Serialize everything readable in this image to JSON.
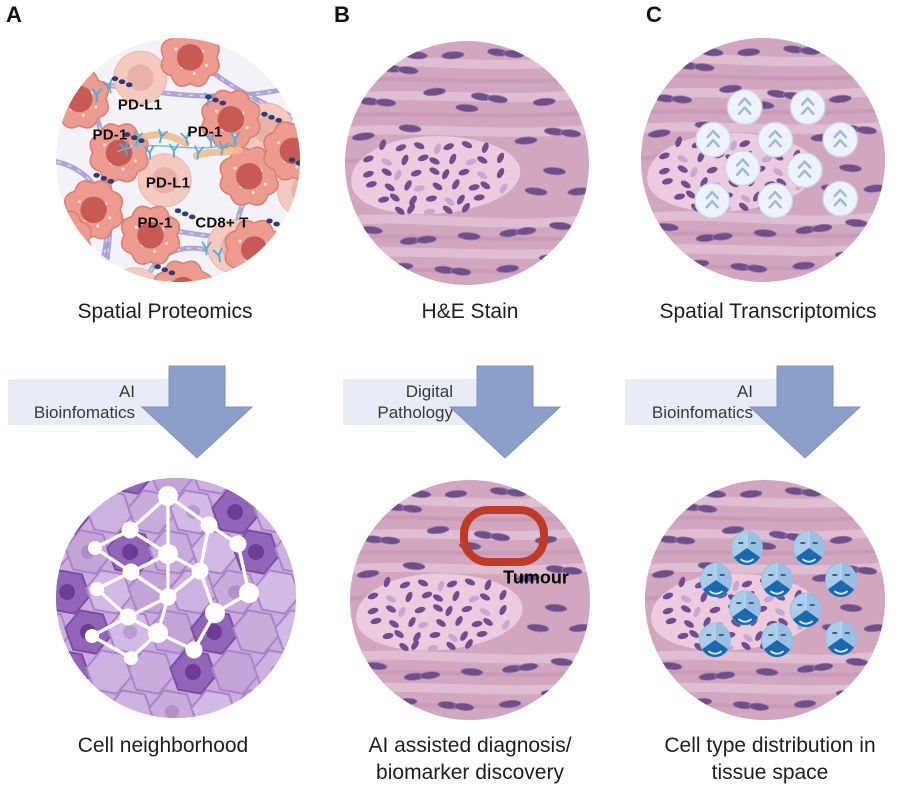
{
  "panel_a": {
    "letter": "A",
    "top_caption": "Spatial Proteomics",
    "process_label": [
      "AI",
      "Bioinfomatics"
    ],
    "bottom_caption": [
      "Cell neighborhood"
    ],
    "markers": [
      "PD-L1",
      "PD-1",
      "PD-1",
      "PD-L1",
      "PD-1",
      "CD8+ T"
    ]
  },
  "panel_b": {
    "letter": "B",
    "top_caption": "H&E Stain",
    "process_label": [
      "Digital",
      "Pathology"
    ],
    "bottom_caption": [
      "AI assisted diagnosis/",
      "biomarker discovery"
    ],
    "tumour_label": "Tumour"
  },
  "panel_c": {
    "letter": "C",
    "top_caption": "Spatial Transcriptomics",
    "process_label": [
      "AI",
      "Bioinfomatics"
    ],
    "bottom_caption": [
      "Cell type distribution in",
      "tissue space"
    ]
  },
  "colors": {
    "arrow_blue": "#8c9fca",
    "process_box_blue": "#e8ecf7",
    "annotation_red": "#bf3b26",
    "he_tissue_pink": "#d2a6bf",
    "nucleus_purple": "#6f4f8a",
    "neighborhood_purple": "#c9abdf",
    "network_white": "#ffffff",
    "spot_chevron_blue": "#9db8dc",
    "pie_light_blue": "#a9cdea",
    "pie_dark_blue": "#1a69ae",
    "tumor_cell_salmon": "#ec9b8e",
    "t_cell_pink": "#f3c9c0",
    "antibody_cyan": "#4fadd8"
  }
}
